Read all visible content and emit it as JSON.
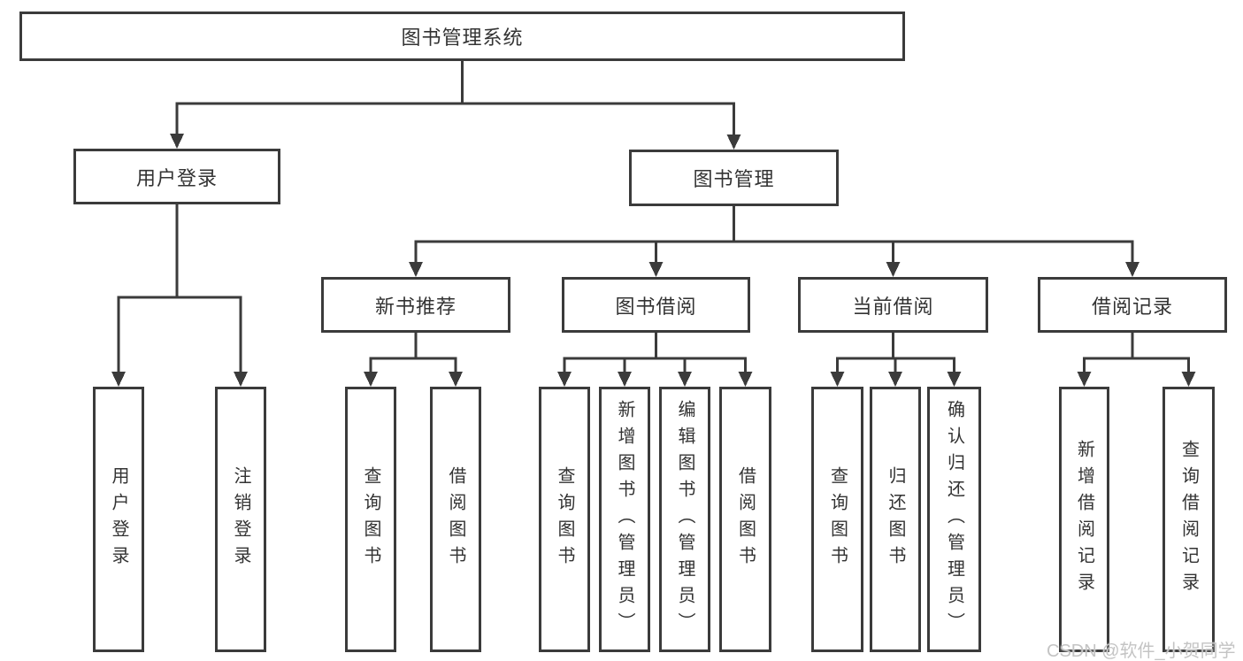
{
  "colors": {
    "line": "#3b3b3b",
    "text": "#333333",
    "background": "#ffffff",
    "watermark": "#c4c4c4"
  },
  "watermark": {
    "text": "CSDN @软件_小贺同学"
  },
  "tree": {
    "root": {
      "label": "图书管理系统"
    },
    "branches": [
      {
        "label": "用户登录",
        "children": [
          {
            "label": "用户登录"
          },
          {
            "label": "注销登录"
          }
        ]
      },
      {
        "label": "图书管理",
        "children": [
          {
            "label": "新书推荐",
            "children": [
              {
                "label": "查询图书"
              },
              {
                "label": "借阅图书"
              }
            ]
          },
          {
            "label": "图书借阅",
            "children": [
              {
                "label": "查询图书"
              },
              {
                "label": "新增图书（管理员）"
              },
              {
                "label": "编辑图书（管理员）"
              },
              {
                "label": "借阅图书"
              }
            ]
          },
          {
            "label": "当前借阅",
            "children": [
              {
                "label": "查询图书"
              },
              {
                "label": "归还图书"
              },
              {
                "label": "确认归还（管理员）"
              }
            ]
          },
          {
            "label": "借阅记录",
            "children": [
              {
                "label": "新增借阅记录"
              },
              {
                "label": "查询借阅记录"
              }
            ]
          }
        ]
      }
    ]
  }
}
